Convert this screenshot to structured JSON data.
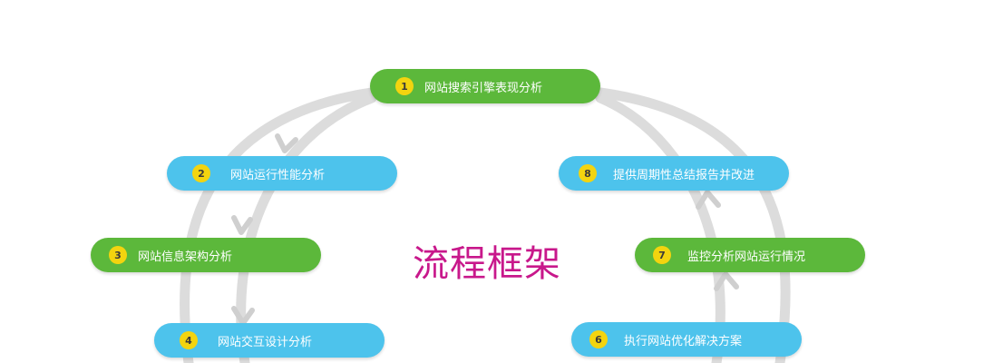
{
  "title": "流程框架",
  "colors": {
    "green": "#5cb83b",
    "blue": "#4dc3ec",
    "badge": "#f3d40f",
    "title": "#c8188b",
    "ring": "#dcdcdc"
  },
  "steps": [
    {
      "num": "1",
      "label": "网站搜索引擎表现分析",
      "color": "green"
    },
    {
      "num": "2",
      "label": "网站运行性能分析",
      "color": "blue"
    },
    {
      "num": "3",
      "label": "网站信息架构分析",
      "color": "green"
    },
    {
      "num": "4",
      "label": "网站交互设计分析",
      "color": "blue"
    },
    {
      "num": "6",
      "label": "执行网站优化解决方案",
      "color": "blue"
    },
    {
      "num": "7",
      "label": "监控分析网站运行情况",
      "color": "green"
    },
    {
      "num": "8",
      "label": "提供周期性总结报告并改进",
      "color": "blue"
    }
  ]
}
